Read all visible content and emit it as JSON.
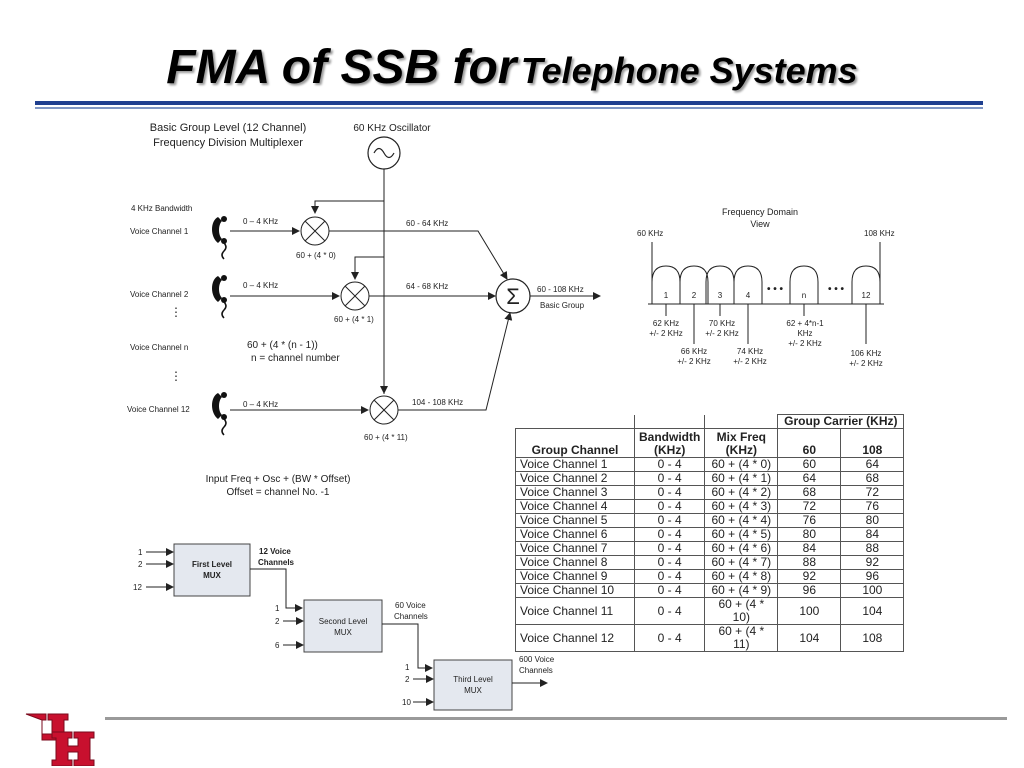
{
  "title": {
    "part1": "FMA of SSB for",
    "part2": "Telephone Systems"
  },
  "mux_diagram": {
    "heading_line1": "Basic Group Level (12 Channel)",
    "heading_line2": "Frequency Division Multiplexer",
    "oscillator_label": "60 KHz Oscillator",
    "bandwidth_label": "4 KHz Bandwidth",
    "channels": [
      {
        "label": "Voice Channel 1",
        "input": "0 – 4 KHz",
        "mixer": "60 + (4 * 0)",
        "output": "60 - 64 KHz"
      },
      {
        "label": "Voice Channel 2",
        "input": "0 – 4 KHz",
        "mixer": "60 + (4 * 1)",
        "output": "64 - 68 KHz"
      },
      {
        "label": "Voice Channel 12",
        "input": "0 – 4 KHz",
        "mixer": "60 + (4 * 11)",
        "output": "104 - 108 KHz"
      }
    ],
    "channel_n_label": "Voice Channel n",
    "formula_line1": "60 + (4 * (n - 1))",
    "formula_line2": "n = channel number",
    "sum_symbol": "Σ",
    "sum_output_line1": "60 - 108 KHz",
    "sum_output_line2": "Basic Group",
    "input_formula_line1": "Input Freq +  Osc + (BW * Offset)",
    "input_formula_line2": "Offset = channel No. -1"
  },
  "freq_domain": {
    "title_line1": "Frequency Domain",
    "title_line2": "View",
    "left_label": "60 KHz",
    "right_label": "108 KHz",
    "bands": [
      "1",
      "2",
      "3",
      "4",
      "n",
      "12"
    ],
    "dots": "• • •",
    "annotations": [
      {
        "line1": "62 KHz",
        "line2": "+/- 2 KHz"
      },
      {
        "line1": "66 KHz",
        "line2": "+/- 2 KHz"
      },
      {
        "line1": "70 KHz",
        "line2": "+/- 2 KHz"
      },
      {
        "line1": "74 KHz",
        "line2": "+/- 2 KHz"
      },
      {
        "line1": "62 + 4*n-1",
        "line2": "KHz",
        "line3": "+/- 2 KHz"
      },
      {
        "line1": "106 KHz",
        "line2": "+/- 2 KHz"
      }
    ]
  },
  "table": {
    "group_carrier_header": "Group Carrier (KHz)",
    "headers": [
      "Group Channel",
      "Bandwidth (KHz)",
      "Mix Freq (KHz)",
      "60",
      "108"
    ],
    "rows": [
      [
        "Voice Channel 1",
        "0 - 4",
        "60 + (4 * 0)",
        "60",
        "64"
      ],
      [
        "Voice Channel 2",
        "0 - 4",
        "60 + (4 * 1)",
        "64",
        "68"
      ],
      [
        "Voice Channel 3",
        "0 - 4",
        "60 + (4 * 2)",
        "68",
        "72"
      ],
      [
        "Voice Channel 4",
        "0 - 4",
        "60 + (4 * 3)",
        "72",
        "76"
      ],
      [
        "Voice Channel 5",
        "0 - 4",
        "60 + (4 * 4)",
        "76",
        "80"
      ],
      [
        "Voice Channel 6",
        "0 - 4",
        "60 + (4 * 5)",
        "80",
        "84"
      ],
      [
        "Voice Channel 7",
        "0 - 4",
        "60 + (4 * 6)",
        "84",
        "88"
      ],
      [
        "Voice Channel 8",
        "0 - 4",
        "60 + (4 * 7)",
        "88",
        "92"
      ],
      [
        "Voice Channel 9",
        "0 - 4",
        "60 + (4 * 8)",
        "92",
        "96"
      ],
      [
        "Voice Channel 10",
        "0 - 4",
        "60 + (4 * 9)",
        "96",
        "100"
      ],
      [
        "Voice Channel 11",
        "0 - 4",
        "60 + (4 * 10)",
        "100",
        "104"
      ],
      [
        "Voice Channel 12",
        "0 - 4",
        "60 + (4 * 11)",
        "104",
        "108"
      ]
    ]
  },
  "hierarchy": {
    "first_box_line1": "First Level",
    "first_box_line2": "MUX",
    "first_inputs": [
      "1",
      "2",
      "12"
    ],
    "first_output_line1": "12 Voice",
    "first_output_line2": "Channels",
    "second_box_line1": "Second Level",
    "second_box_line2": "MUX",
    "second_inputs": [
      "1",
      "2",
      "6"
    ],
    "second_output_line1": "60 Voice",
    "second_output_line2": "Channels",
    "third_box_line1": "Third Level",
    "third_box_line2": "MUX",
    "third_inputs": [
      "1",
      "2",
      "10"
    ],
    "third_output_line1": "600 Voice",
    "third_output_line2": "Channels"
  },
  "colors": {
    "title_rule": "#1f3f8f",
    "logo_red": "#c8102e",
    "footer_rule": "#9a9a9a"
  }
}
